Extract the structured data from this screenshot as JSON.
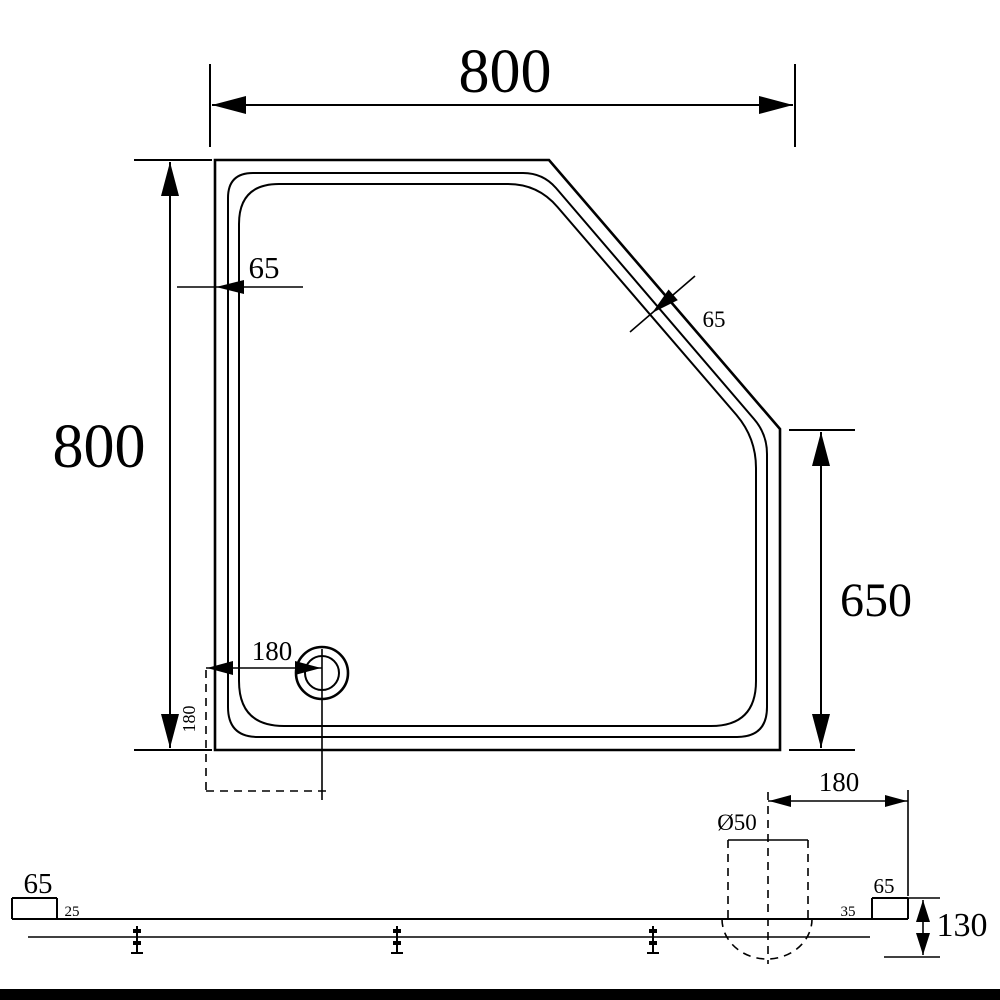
{
  "colors": {
    "line": "#000000",
    "background": "#ffffff",
    "footer_bar": "#000000"
  },
  "plan_view": {
    "width_label": "800",
    "height_label": "800",
    "rim_width_label": "65",
    "diagonal_rim_label": "65",
    "right_edge_label": "650",
    "drain_offset_horizontal_label": "180",
    "drain_offset_vertical_label": "180"
  },
  "section_view": {
    "left_rim_label": "65",
    "left_thickness_label": "25",
    "drain_diameter_label": "Ø50",
    "drain_offset_label": "180",
    "right_rim_label": "65",
    "right_thickness_label": "35",
    "total_height_label": "130"
  }
}
